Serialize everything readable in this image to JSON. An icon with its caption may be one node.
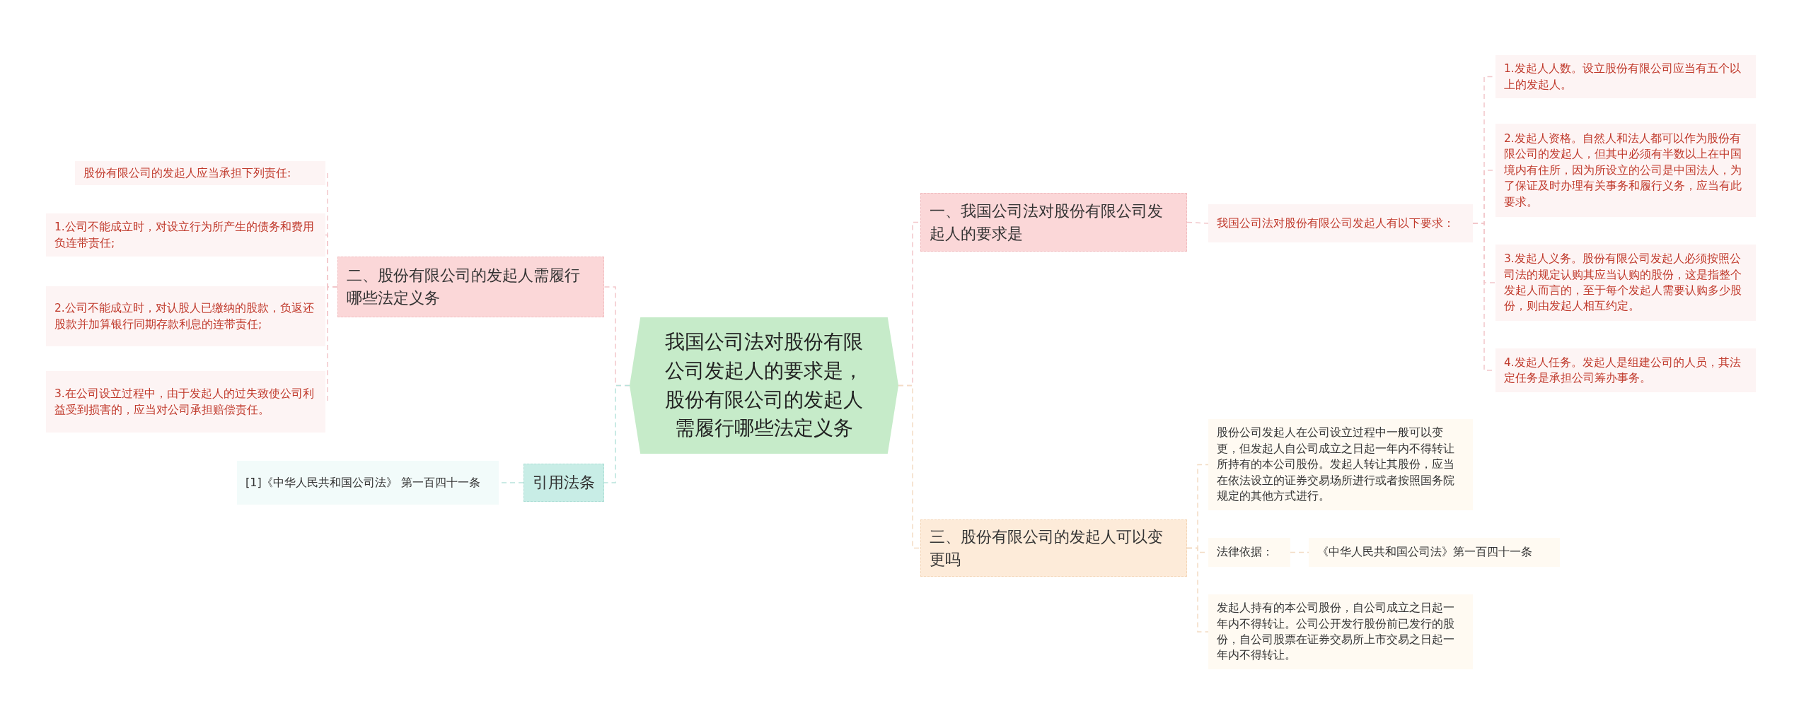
{
  "diagram": {
    "nodes": [
      {
        "text": [
          "我国公司法对股份有限公司发起人的要求是，股份有限公司的发起人需履行哪些法定义务"
        ]
      },
      {
        "text": [
          "一、我国公司法对股份有限公司发起人的要求是"
        ]
      },
      {
        "text": [
          "我国公司法对股份有限公司发起人有以下要求："
        ]
      },
      {
        "text": [
          "1.发起人人数。设立股份有限公司应当有五个以上的发起人。"
        ]
      },
      {
        "text": [
          "2.发起人资格。自然人和法人都可以作为股份有限公司的发起人，但其中必须有半数以上在中国境内有住所，因为所设立的公司是中国法人，为了保证及时办理有关事务和履行义务，应当有此要求。"
        ]
      },
      {
        "text": [
          "3.发起人义务。股份有限公司发起人必须按照公司法的规定认购其应当认购的股份，这是指整个发起人而言的，至于每个发起人需要认购多少股份，则由发起人相互约定。"
        ]
      },
      {
        "text": [
          "4.发起人任务。发起人是组建公司的人员，其法定任务是承担公司筹办事务。"
        ]
      },
      {
        "text": [
          "三、股份有限公司的发起人可以变更吗"
        ]
      },
      {
        "text": [
          "股份公司发起人在公司设立过程中一般可以变更，但发起人自公司成立之日起一年内不得转让所持有的本公司股份。发起人转让其股份，应当在依法设立的证券交易场所进行或者按照国务院规定的其他方式进行。"
        ]
      },
      {
        "text": [
          "法律依据："
        ]
      },
      {
        "text": [
          "《中华人民共和国公司法》第一百四十一条"
        ]
      },
      {
        "text": [
          "发起人持有的本公司股份，自公司成立之日起一年内不得转让。公司公开发行股份前已发行的股份，自公司股票在证券交易所上市交易之日起一年内不得转让。"
        ]
      },
      {
        "text": [
          "二、股份有限公司的发起人需履行哪些法定义务"
        ]
      },
      {
        "text": [
          "股份有限公司的发起人应当承担下列责任:"
        ]
      },
      {
        "text": [
          "1.公司不能成立时，对设立行为所产生的债务和费用负连带责任;"
        ]
      },
      {
        "text": [
          "2.公司不能成立时，对认股人已缴纳的股款，负返还股款并加算银行同期存款利息的连带责任;"
        ]
      },
      {
        "text": [
          "3.在公司设立过程中，由于发起人的过失致使公司利益受到损害的，应当对公司承担赔偿责任。"
        ]
      },
      {
        "text": [
          "引用法条"
        ]
      },
      {
        "text": [
          "[1]《中华人民共和国公司法》 第一百四十一条"
        ]
      }
    ],
    "edges": [
      {
        "from": 0,
        "to": 1,
        "arrow": "none"
      },
      {
        "from": 1,
        "to": 2,
        "arrow": "none"
      },
      {
        "from": 2,
        "to": 3,
        "arrow": "none"
      },
      {
        "from": 2,
        "to": 4,
        "arrow": "none"
      },
      {
        "from": 2,
        "to": 5,
        "arrow": "none"
      },
      {
        "from": 2,
        "to": 6,
        "arrow": "none"
      },
      {
        "from": 0,
        "to": 7,
        "arrow": "none",
        "color": "#f3dcc4"
      },
      {
        "from": 7,
        "to": 8,
        "arrow": "none",
        "color": "#f3dcc4"
      },
      {
        "from": 7,
        "to": 9,
        "arrow": "none",
        "color": "#f3dcc4"
      },
      {
        "from": 9,
        "to": 10,
        "arrow": "none",
        "color": "#f3dcc4"
      },
      {
        "from": 7,
        "to": 11,
        "arrow": "none",
        "color": "#f3dcc4"
      },
      {
        "from": 0,
        "to": 12,
        "arrow": "none"
      },
      {
        "from": 12,
        "to": 13,
        "arrow": "none"
      },
      {
        "from": 12,
        "to": 14,
        "arrow": "none"
      },
      {
        "from": 12,
        "to": 15,
        "arrow": "none"
      },
      {
        "from": 12,
        "to": 16,
        "arrow": "none"
      },
      {
        "from": 0,
        "to": 17,
        "arrow": "none",
        "color": "#b8e3dc"
      },
      {
        "from": 17,
        "to": 18,
        "arrow": "none",
        "color": "#b8e3dc"
      }
    ]
  }
}
